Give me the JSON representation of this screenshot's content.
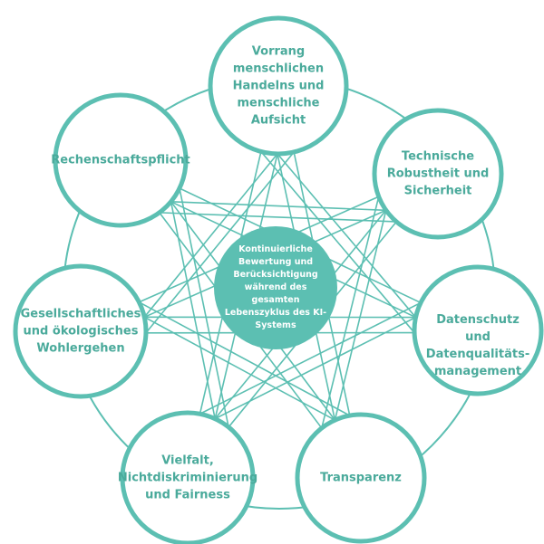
{
  "diagram": {
    "colors": {
      "accent": "#5cbfb2",
      "text": "#4aaa9b",
      "center_text": "#ffffff",
      "background": "#ffffff"
    },
    "center": {
      "label": "Kontinuierliche Bewertung und Berücksichtigung während des gesamten Lebenszyklus des KI-Systems"
    },
    "nodes": [
      {
        "id": "vorrang",
        "label": "Vorrang menschlichen Handelns und menschliche Aufsicht"
      },
      {
        "id": "robustheit",
        "label": "Technische Robustheit und Sicherheit"
      },
      {
        "id": "datenschutz",
        "label": "Datenschutz und Datenqualitäts-management"
      },
      {
        "id": "transparenz",
        "label": "Transparenz"
      },
      {
        "id": "vielfalt",
        "label": "Vielfalt, Nichtdiskriminierung und Fairness"
      },
      {
        "id": "wohlergehen",
        "label": "Gesellschaftliches und ökologisches Wohlergehen"
      },
      {
        "id": "rechenschaft",
        "label": "Rechenschaftspflicht"
      }
    ]
  }
}
